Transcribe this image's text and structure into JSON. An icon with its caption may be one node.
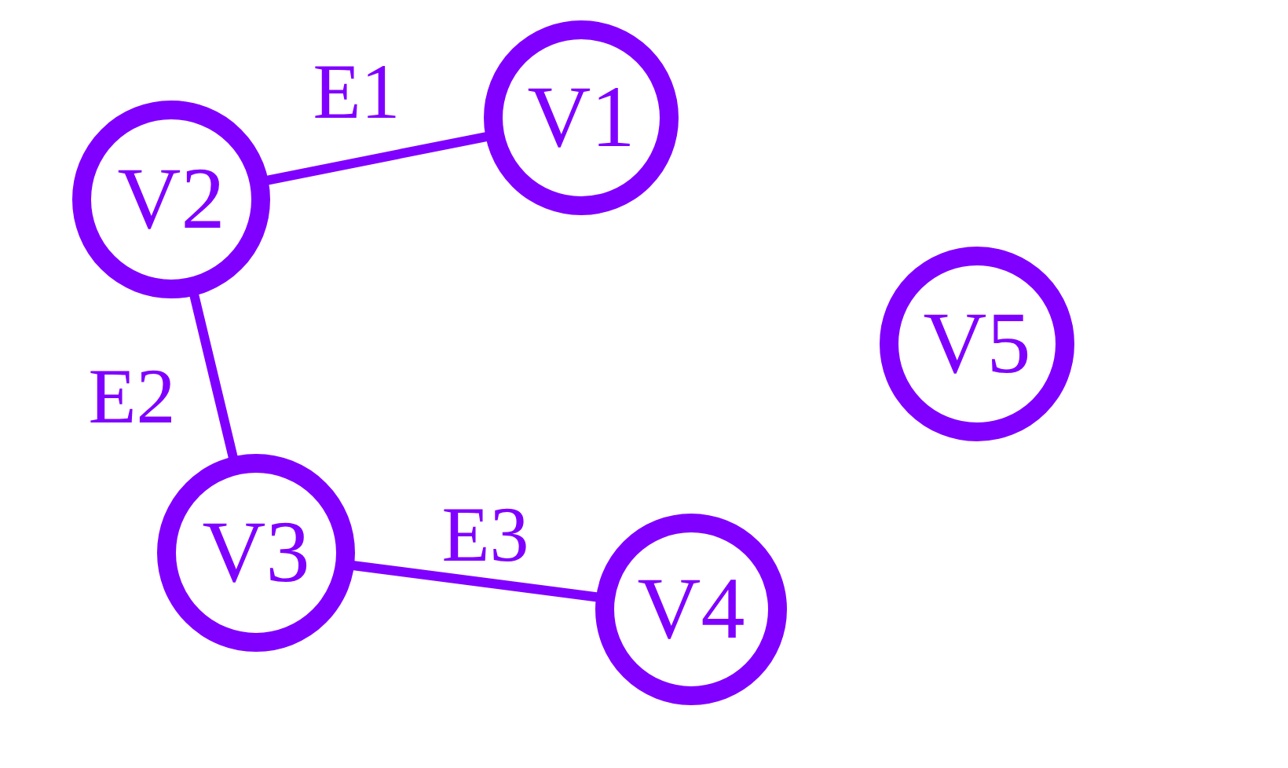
{
  "diagram": {
    "nodes": [
      {
        "text": [
          "V1"
        ]
      },
      {
        "text": [
          "V2"
        ]
      },
      {
        "text": [
          "V3"
        ]
      },
      {
        "text": [
          "V4"
        ]
      },
      {
        "text": [
          "V5"
        ]
      }
    ],
    "edges": [
      {
        "from": 1,
        "to": 0,
        "arrow": "none",
        "label": "E1"
      },
      {
        "from": 1,
        "to": 2,
        "arrow": "none",
        "label": "E2"
      },
      {
        "from": 2,
        "to": 3,
        "arrow": "none",
        "label": "E3"
      }
    ]
  }
}
